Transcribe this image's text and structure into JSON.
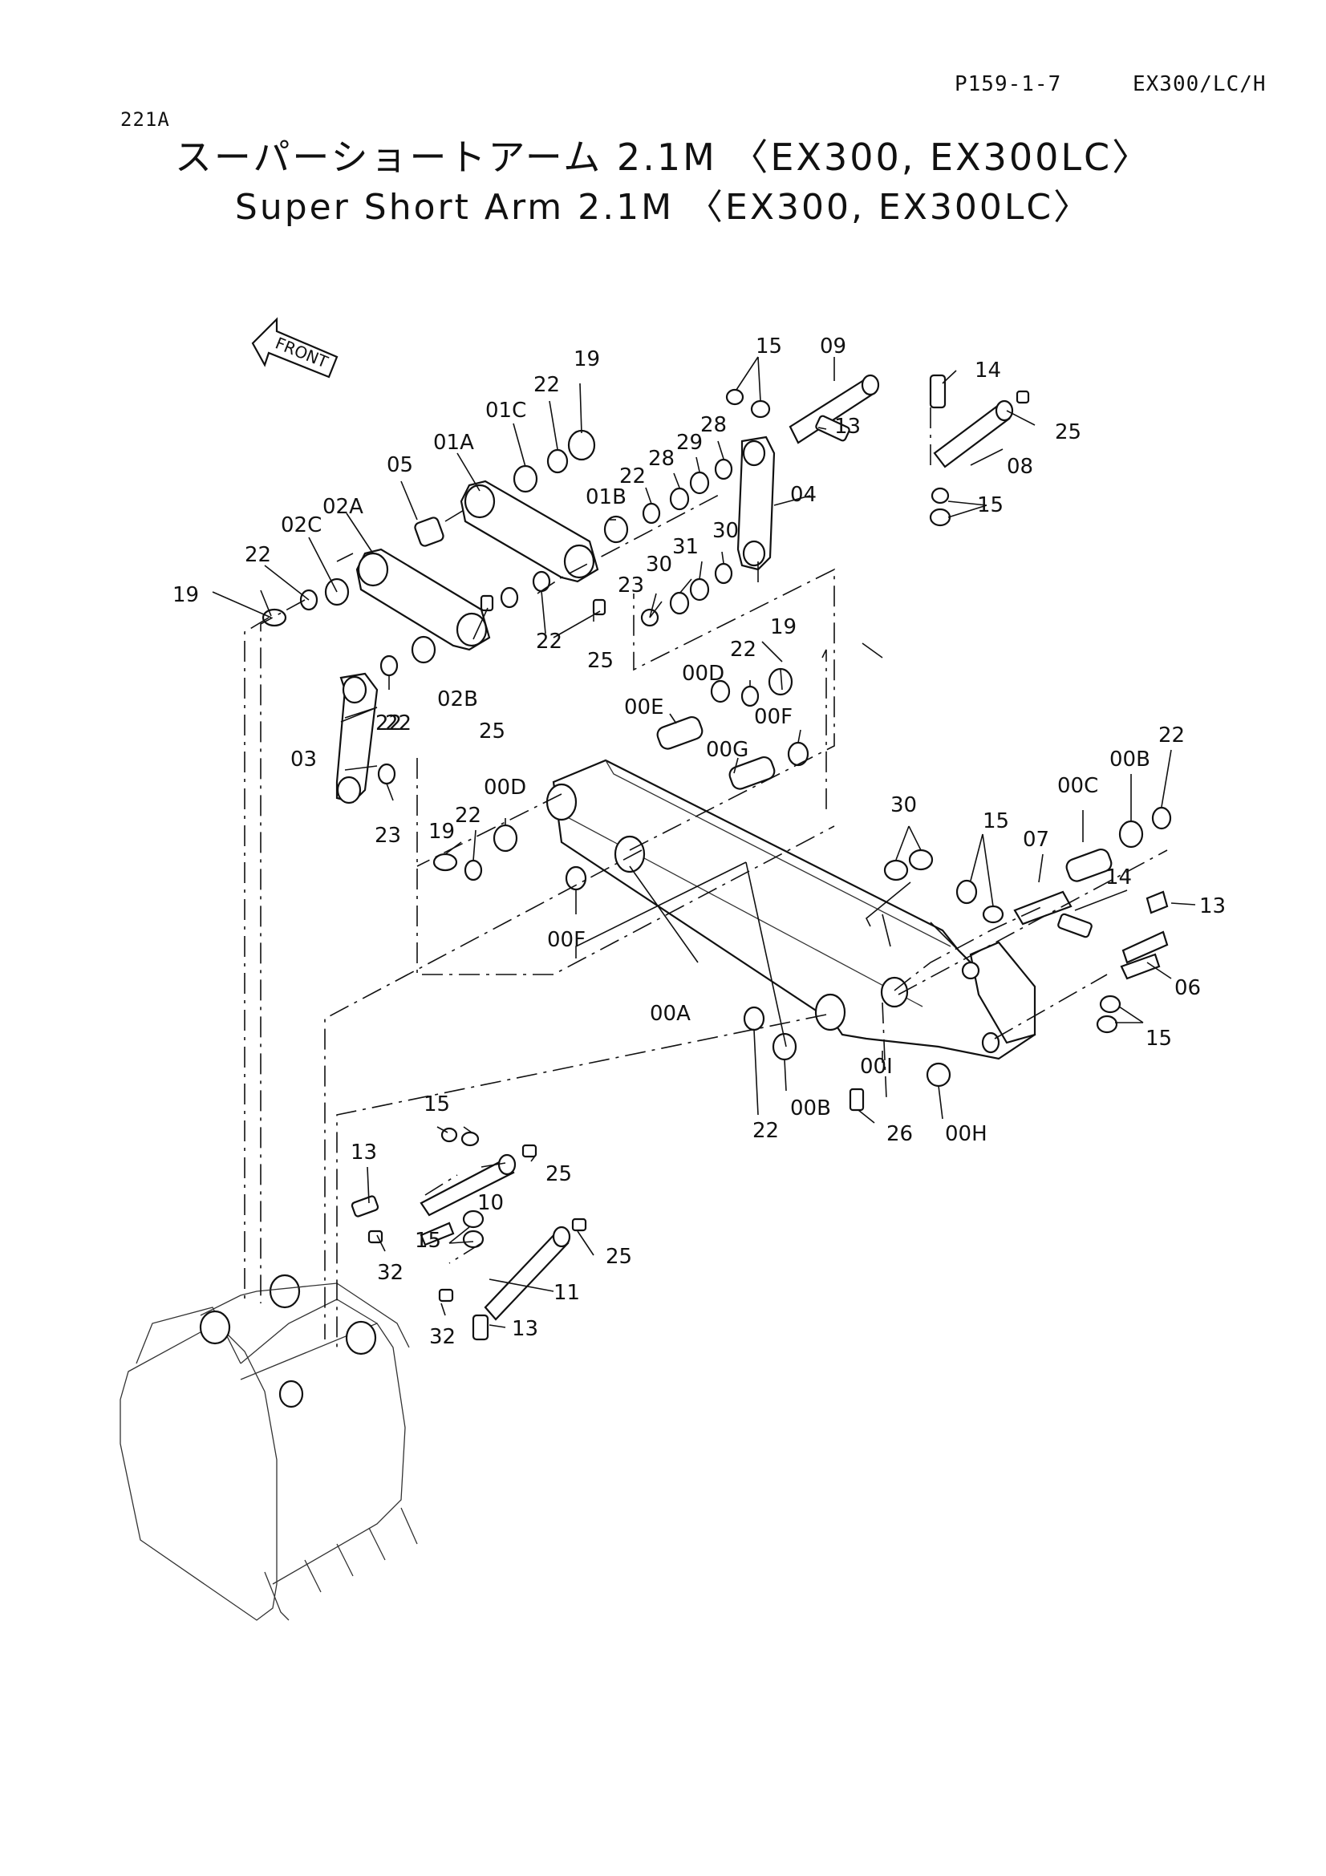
{
  "header": {
    "page_ref": "P159-1-7",
    "model_ref": "EX300/LC/H",
    "code": "221A"
  },
  "title": {
    "japanese": "スーパーショートアーム 2.1M 〈EX300, EX300LC〉",
    "english": "Super Short Arm 2.1M 〈EX300, EX300LC〉"
  },
  "front_label": "FRONT",
  "callouts": [
    "19",
    "22",
    "01C",
    "01A",
    "05",
    "02A",
    "02C",
    "22",
    "19",
    "01B",
    "22",
    "28",
    "29",
    "28",
    "15",
    "09",
    "14",
    "13",
    "25",
    "08",
    "15",
    "04",
    "30",
    "31",
    "30",
    "23",
    "25",
    "22",
    "25",
    "02B",
    "22",
    "19",
    "22",
    "00D",
    "00E",
    "00F",
    "00G",
    "03",
    "22",
    "23",
    "19",
    "22",
    "00D",
    "00F",
    "00A",
    "30",
    "15",
    "07",
    "14",
    "00C",
    "00B",
    "22",
    "13",
    "06",
    "15",
    "00I",
    "00B",
    "22",
    "26",
    "00H",
    "15",
    "13",
    "25",
    "10",
    "15",
    "32",
    "25",
    "11",
    "32",
    "13"
  ]
}
